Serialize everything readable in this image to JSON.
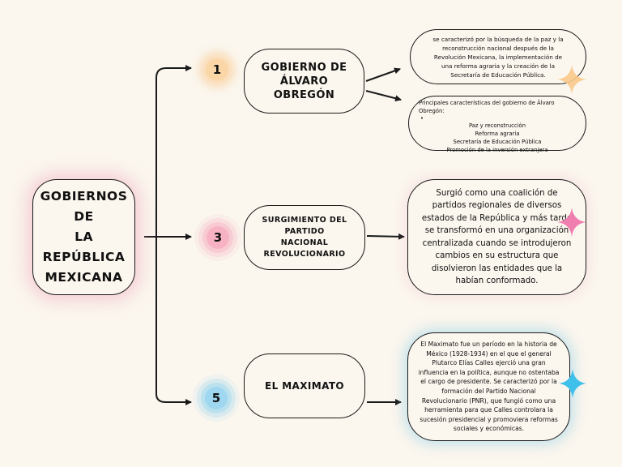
{
  "root": {
    "line1": "GOBIERNOS DE",
    "line2": "LA REPÚBLICA",
    "line3": "MEXICANA"
  },
  "branches": [
    {
      "number": "1",
      "title_lines": [
        "GOBIERNO DE",
        "ÁLVARO",
        "OBREGÓN"
      ],
      "color": "#fbd7a8",
      "details": [
        {
          "lines": [
            "se caracterizó por la búsqueda de la paz y la",
            "reconstrucción nacional después de la",
            "Revolución Mexicana, la implementación de",
            "una reforma agraria y la creación de la",
            "Secretaría de Educación Pública."
          ]
        },
        {
          "heading": "Principales características del gobierno de Álvaro Obregón:",
          "bullet": "•",
          "items": [
            "Paz y reconstrucción",
            "Reforma agraria",
            "Secretaría de Educación Pública",
            "Promoción de la inversión extranjera"
          ]
        }
      ]
    },
    {
      "number": "3",
      "title_lines": [
        "SURGIMIENTO DEL",
        "PARTIDO",
        "NACIONAL",
        "REVOLUCIONARIO"
      ],
      "color": "#f7b3c4",
      "details": [
        {
          "lines": [
            "Surgió como una coalición de",
            "partidos regionales de diversos",
            "estados de la República y más tarde",
            "se transformó en una organización",
            "centralizada cuando se introdujeron",
            "cambios en su estructura que",
            "disolvieron las entidades que la",
            "habían conformado."
          ]
        }
      ]
    },
    {
      "number": "5",
      "title_lines": [
        "EL MAXIMATO"
      ],
      "color": "#9ed7ef",
      "details": [
        {
          "lines": [
            "El Maximato fue un período en la historia de",
            "México (1928-1934) en el que el general",
            "Plutarco Elías Calles ejerció una gran",
            "influencia en la política, aunque no ostentaba",
            "el cargo de presidente. Se caracterizó por la",
            "formación del Partido Nacional",
            "Revolucionario (PNR), que fungió como una",
            "herramienta para que Calles controlara la",
            "sucesión presidencial y promoviera reformas",
            "sociales y económicas."
          ]
        }
      ]
    }
  ],
  "decorations": {
    "star_colors": [
      "#f8c98a",
      "#f07fb0",
      "#3ec0ea"
    ]
  }
}
